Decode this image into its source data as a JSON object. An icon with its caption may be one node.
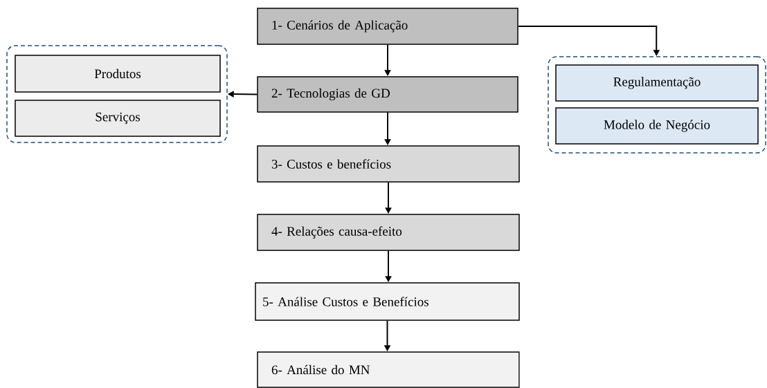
{
  "diagram": {
    "nodes": [
      {
        "text": [
          "1- Cenários de Aplicação"
        ]
      },
      {
        "text": [],
        "shape": "box"
      },
      {
        "text": [
          "Produtos"
        ],
        "in": 1
      },
      {
        "text": [
          "Serviços"
        ],
        "in": 1
      },
      {
        "text": [
          "2- Tecnologias de GD"
        ]
      },
      {
        "text": [],
        "shape": "box"
      },
      {
        "text": [
          "Regulamentação"
        ],
        "in": 5
      },
      {
        "text": [
          "Modelo de Negócio"
        ],
        "in": 5
      },
      {
        "text": [
          "3- Custos e benefícios"
        ]
      },
      {
        "text": [
          "4- Relações causa-efeito"
        ]
      },
      {
        "text": [
          "5- Análise Custos e Benefícios"
        ]
      },
      {
        "text": [
          "6- Análise do MN"
        ]
      }
    ],
    "edges": [
      {
        "from": 0,
        "to": 4,
        "arrow": "to"
      },
      {
        "from": 4,
        "to": 1,
        "arrow": "to"
      },
      {
        "from": 0,
        "to": 5,
        "arrow": "to"
      },
      {
        "from": 4,
        "to": 8,
        "arrow": "to"
      },
      {
        "from": 8,
        "to": 9,
        "arrow": "to"
      },
      {
        "from": 9,
        "to": 10,
        "arrow": "to"
      },
      {
        "from": 10,
        "to": 11,
        "arrow": "to"
      }
    ]
  }
}
